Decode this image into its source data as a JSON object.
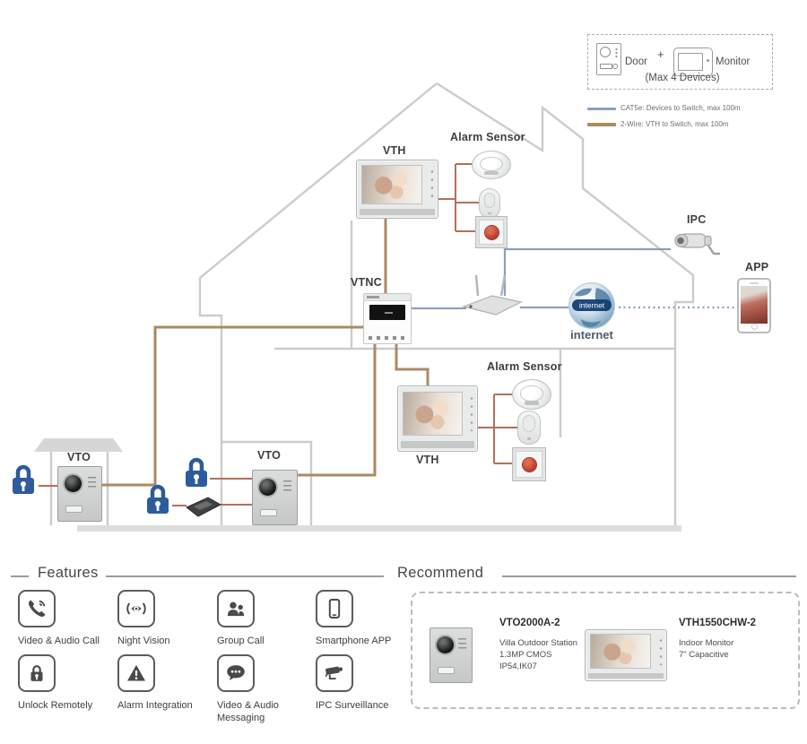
{
  "legend": {
    "door_label": "Door",
    "plus": "+",
    "monitor_label": "Monitor",
    "max_devices": "(Max 4 Devices)",
    "wire_types": [
      {
        "name": "cat5e",
        "label": "CAT5e: Devices to Switch, max 100m",
        "color": "#8ba1bd"
      },
      {
        "name": "two-wire",
        "label": "2-Wire: VTH to Switch, max 100m",
        "color": "#ab8a64"
      }
    ]
  },
  "diagram": {
    "vth_upper_label": "VTH",
    "vth_lower_label": "VTH",
    "vtnc_label": "VTNC",
    "vto_left_label": "VTO",
    "vto_right_label": "VTO",
    "ipc_label": "IPC",
    "app_label": "APP",
    "alarm_upper_label": "Alarm Sensor",
    "alarm_lower_label": "Alarm Sensor",
    "internet_badge": "internet",
    "internet_caption": "internet"
  },
  "features": {
    "title": "Features",
    "items": [
      {
        "icon": "phone-call-icon",
        "label": "Video & Audio Call"
      },
      {
        "icon": "night-vision-icon",
        "label": "Night Vision"
      },
      {
        "icon": "group-call-icon",
        "label": "Group Call"
      },
      {
        "icon": "smartphone-icon",
        "label": "Smartphone APP"
      },
      {
        "icon": "unlock-icon",
        "label": "Unlock Remotely"
      },
      {
        "icon": "alarm-triangle-icon",
        "label": "Alarm Integration"
      },
      {
        "icon": "messaging-icon",
        "label": "Video & Audio Messaging"
      },
      {
        "icon": "cctv-icon",
        "label": "IPC Surveillance"
      }
    ]
  },
  "recommend": {
    "title": "Recommend",
    "products": [
      {
        "model": "VTO2000A-2",
        "specs": [
          "Villa Outdoor Station",
          "1.3MP CMOS",
          "IP54,IK07"
        ]
      },
      {
        "model": "VTH1550CHW-2",
        "specs": [
          "Indoor Monitor",
          "7\" Capacitive"
        ]
      }
    ]
  },
  "colors": {
    "cat5e_wire": "#8ba1bd",
    "two_wire": "#ab8a64",
    "alarm_wire": "#b4705c",
    "lock_blue": "#2d5b9e",
    "house_outline": "#cdcccb"
  }
}
